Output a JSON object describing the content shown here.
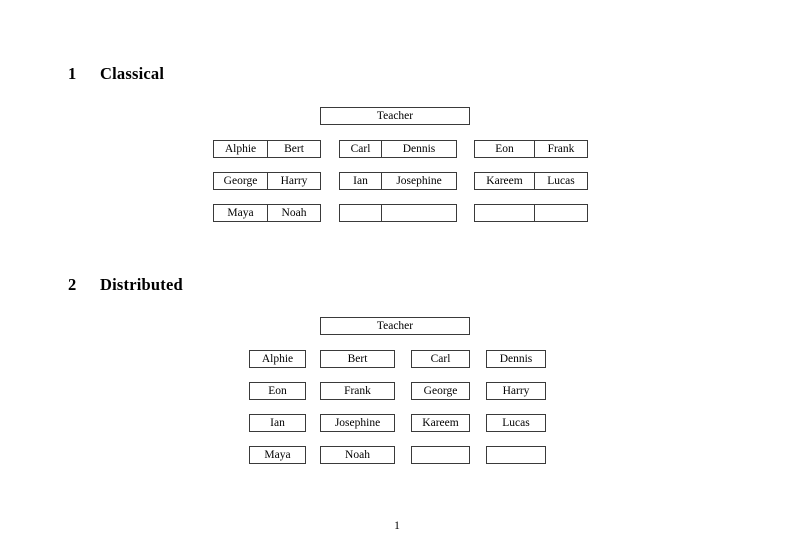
{
  "document": {
    "page_number": "1"
  },
  "sections": [
    {
      "number": "1",
      "title": "Classical",
      "layout": "grouped",
      "root": {
        "label": "Teacher"
      },
      "groups": [
        {
          "name": "group-a",
          "columns": [
            {
              "width": 54,
              "rows": [
                "Alphie",
                "George",
                "Maya"
              ]
            },
            {
              "width": 52,
              "rows": [
                "Bert",
                "Harry",
                "Noah"
              ]
            }
          ]
        },
        {
          "name": "group-b",
          "columns": [
            {
              "width": 42,
              "rows": [
                "Carl",
                "Ian",
                ""
              ]
            },
            {
              "width": 74,
              "rows": [
                "Dennis",
                "Josephine",
                ""
              ]
            }
          ]
        },
        {
          "name": "group-c",
          "columns": [
            {
              "width": 60,
              "rows": [
                "Eon",
                "Kareem",
                ""
              ]
            },
            {
              "width": 52,
              "rows": [
                "Frank",
                "Lucas",
                ""
              ]
            }
          ]
        }
      ]
    },
    {
      "number": "2",
      "title": "Distributed",
      "layout": "separate",
      "root": {
        "label": "Teacher"
      },
      "columns": [
        {
          "width": 57,
          "rows": [
            "Alphie",
            "Eon",
            "Ian",
            "Maya"
          ]
        },
        {
          "width": 75,
          "rows": [
            "Bert",
            "Frank",
            "Josephine",
            "Noah"
          ]
        },
        {
          "width": 59,
          "rows": [
            "Carl",
            "George",
            "Kareem",
            ""
          ]
        },
        {
          "width": 60,
          "rows": [
            "Dennis",
            "Harry",
            "Lucas",
            ""
          ]
        }
      ]
    }
  ]
}
